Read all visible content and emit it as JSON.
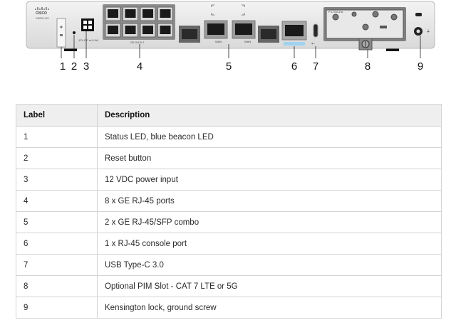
{
  "device": {
    "brand": "CISCO",
    "model": "C8231-G2",
    "dc_label": "12V DC ⎓ 5.0A",
    "callouts": [
      "1",
      "2",
      "3",
      "4",
      "5",
      "6",
      "7",
      "8",
      "9"
    ],
    "port_group_label": "GE 0/1/0-7",
    "combo_labels": [
      "WAN",
      "WAN"
    ],
    "console_label": "USB",
    "pim_label": "P-LTEA-EA"
  },
  "table": {
    "headers": {
      "label": "Label",
      "description": "Description"
    },
    "rows": [
      {
        "label": "1",
        "description": "Status LED, blue beacon LED"
      },
      {
        "label": "2",
        "description": "Reset button"
      },
      {
        "label": "3",
        "description": "12 VDC power input"
      },
      {
        "label": "4",
        "description": "8 x GE RJ-45 ports"
      },
      {
        "label": "5",
        "description": "2 x GE RJ-45/SFP combo"
      },
      {
        "label": "6",
        "description": "1 x RJ-45 console port"
      },
      {
        "label": "7",
        "description": "USB Type-C 3.0"
      },
      {
        "label": "8",
        "description": "Optional PIM Slot - CAT 7 LTE or 5G"
      },
      {
        "label": "9",
        "description": "Kensington lock, ground screw"
      }
    ]
  }
}
